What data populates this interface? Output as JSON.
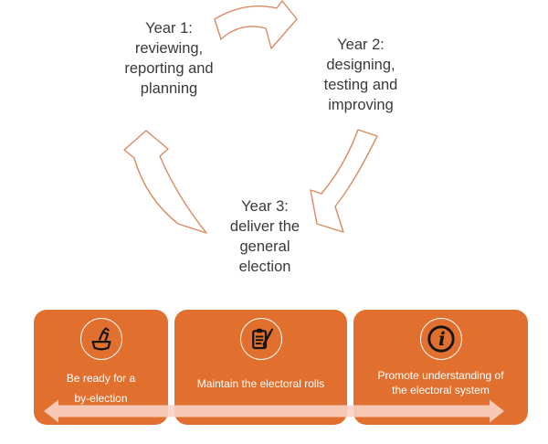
{
  "colors": {
    "panel_orange": "#E1702F",
    "arrow_outline": "#D98A62",
    "band_pink": "#FAD3C4",
    "cycle_text": "#3A3A3A",
    "panel_text": "#FFFFFF"
  },
  "cycle": {
    "year1": [
      "Year 1:",
      "reviewing,",
      "reporting and",
      "planning"
    ],
    "year2": [
      "Year 2:",
      "designing,",
      "testing and",
      "improving"
    ],
    "year3": [
      "Year 3:",
      "deliver the",
      "general",
      "election"
    ]
  },
  "panels": [
    {
      "icon": "ballot-box-icon",
      "lines": [
        "Be ready for a",
        "by-election"
      ]
    },
    {
      "icon": "electoral-roll-icon",
      "lines": [
        "Maintain the electoral rolls"
      ]
    },
    {
      "icon": "info-icon",
      "lines": [
        "Promote understanding of",
        "the electoral system"
      ]
    }
  ]
}
